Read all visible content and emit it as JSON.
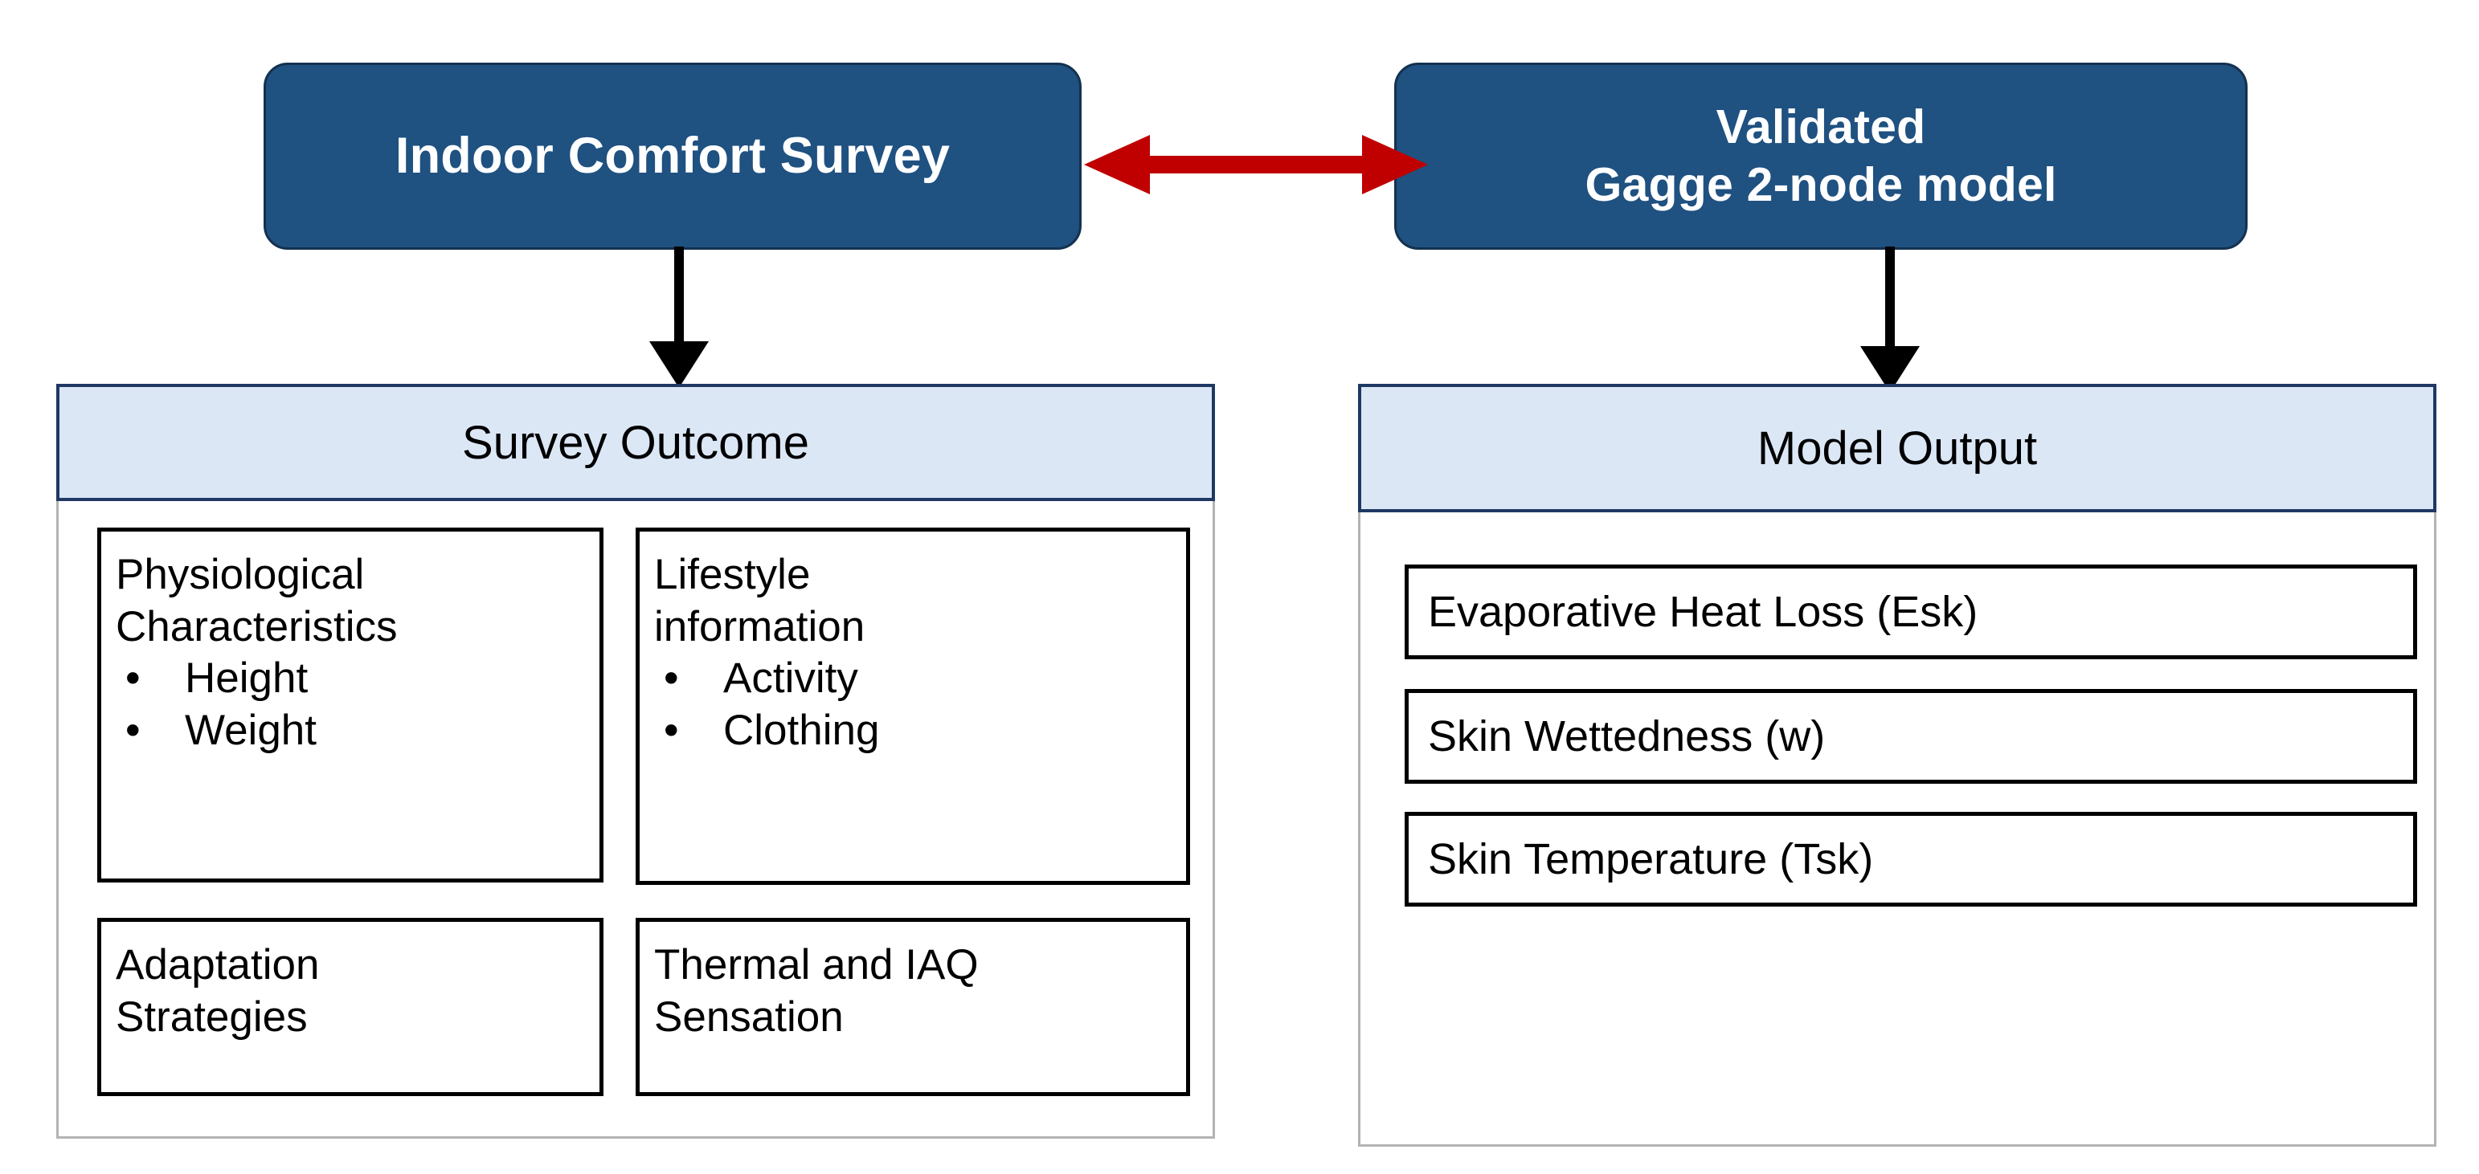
{
  "diagram": {
    "top_nodes": [
      {
        "id": "survey",
        "label": "Indoor Comfort Survey"
      },
      {
        "id": "model",
        "label_line1": "Validated",
        "label_line2": "Gagge 2-node model"
      }
    ],
    "connectors": {
      "bidirectional_label": "",
      "bidirectional_color": "#C00000",
      "downarrow_color": "#000000"
    },
    "left_panel": {
      "header": "Survey Outcome",
      "boxes": [
        {
          "id": "physiological",
          "title": "Physiological\nCharacteristics",
          "bullets": [
            "Height",
            "Weight"
          ]
        },
        {
          "id": "lifestyle",
          "title": "Lifestyle\ninformation",
          "bullets": [
            "Activity",
            "Clothing"
          ]
        },
        {
          "id": "adaptation",
          "title": "Adaptation\nStrategies",
          "bullets": []
        },
        {
          "id": "thermal",
          "title": "Thermal and IAQ\nSensation",
          "bullets": []
        }
      ]
    },
    "right_panel": {
      "header": "Model Output",
      "boxes": [
        {
          "id": "esk",
          "label": "Evaporative Heat Loss (Esk)"
        },
        {
          "id": "w",
          "label": "Skin Wettedness (w)"
        },
        {
          "id": "tsk",
          "label": "Skin Temperature (Tsk)"
        }
      ]
    },
    "bullet_glyph": "•",
    "colors": {
      "node_fill": "#1F5181",
      "node_border": "#14314F",
      "node_text": "#FFFFFF",
      "header_fill": "#DCE7F6",
      "header_border": "#1F3864",
      "panel_border": "#B3B3B3",
      "arrow_red": "#C00000",
      "arrow_black": "#000000",
      "box_border": "#000000",
      "text": "#000000"
    }
  }
}
